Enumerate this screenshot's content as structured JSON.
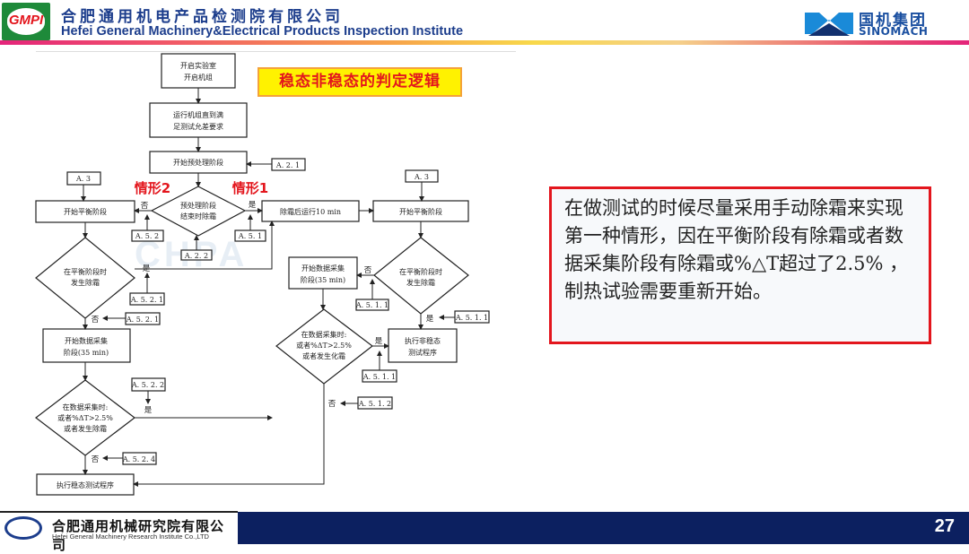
{
  "header": {
    "logo_text": "GMPI",
    "title_cn": "合肥通用机电产品检测院有限公司",
    "title_en": "Hefei General Machinery&Electrical  Products Inspection Institute",
    "partner_cn": "国机集团",
    "partner_en": "SINOMACH"
  },
  "slide": {
    "logic_title": "稳态非稳态的判定逻辑",
    "note": "在做测试的时候尽量采用手动除霜来实现第一种情形，因在平衡阶段有除霜或者数据采集阶段有除霜或%△T超过了2.5% ，制热试验需要重新开始。",
    "case2": "情形2",
    "case1": "情形1",
    "watermark": "CHPA"
  },
  "flow": {
    "start": [
      "开启实验室",
      "开启机组"
    ],
    "run": [
      "运行机组直到满",
      "足测试允差要求"
    ],
    "preprocess": "开始预处理阶段",
    "pre_decision": [
      "预处理阶段",
      "结束时除霜"
    ],
    "balance": "开始平衡阶段",
    "after_defrost": "除霜后运行10 min",
    "balance_decision": [
      "在平衡阶段时",
      "发生除霜"
    ],
    "collect": [
      "开始数据采集",
      "阶段(35 min)"
    ],
    "collect_decision": [
      "在数据采集时:",
      "或者%ΔT>2.5%",
      "或者发生除霜"
    ],
    "collect_decision_r": [
      "在数据采集时:",
      "或者%ΔT>2.5%",
      "或者发生化霜"
    ],
    "steady": "执行稳态测试程序",
    "unsteady": [
      "执行非稳态",
      "测试程序"
    ],
    "yes": "是",
    "no": "否",
    "refs": {
      "a21": "A. 2. 1",
      "a22": "A. 2. 2",
      "a3": "A. 3",
      "a51": "A. 5. 1",
      "a52": "A. 5. 2",
      "a511": "A. 5. 1. 1",
      "a512": "A. 5. 1. 2",
      "a521": "A. 5. 2. 1",
      "a522": "A. 5. 2. 2",
      "a524": "A. 5. 2. 4"
    }
  },
  "footer": {
    "company_cn": "合肥通用机械研究院有限公司",
    "company_en": "Hefei General Machinery Research Institute Co.,LTD",
    "page_number": "27"
  }
}
